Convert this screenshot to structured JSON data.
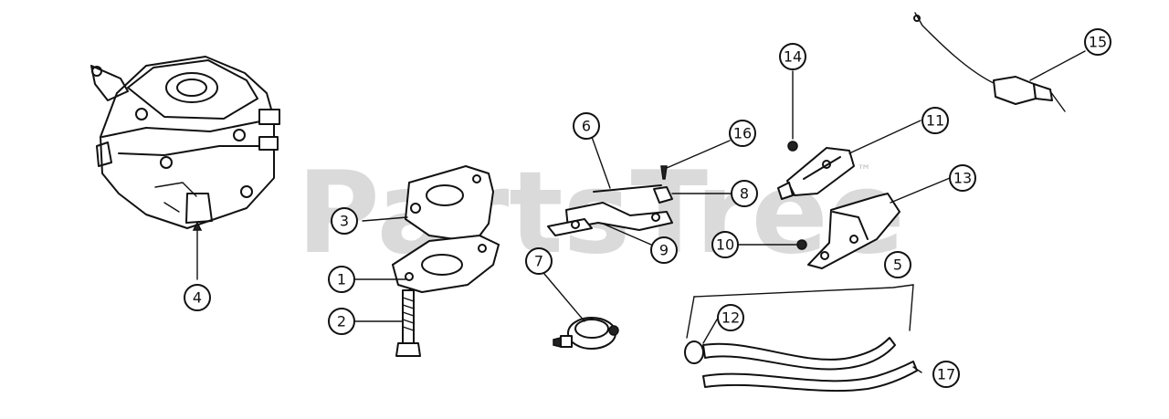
{
  "watermark": {
    "text": "PartsTree",
    "trademark": "™"
  },
  "callouts": [
    "4",
    "3",
    "1",
    "2",
    "6",
    "16",
    "8",
    "9",
    "7",
    "14",
    "11",
    "13",
    "10",
    "5",
    "12",
    "17",
    "15"
  ]
}
